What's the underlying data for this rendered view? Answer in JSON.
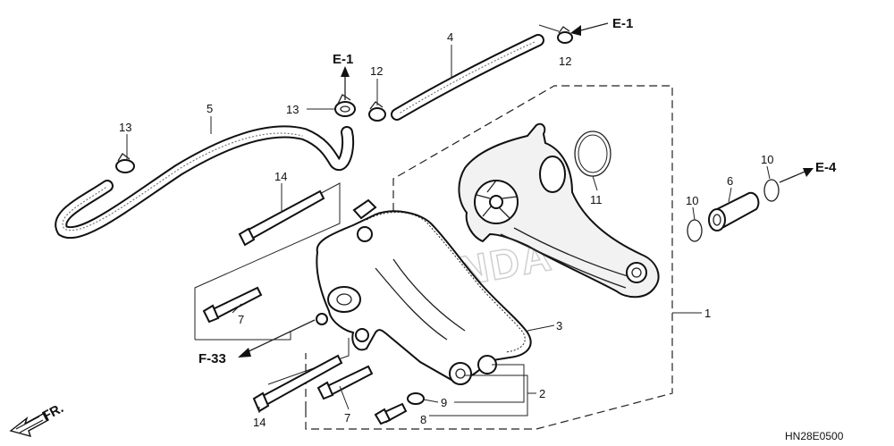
{
  "diagram": {
    "watermark": "HONDA",
    "code": "HN28E0500",
    "front_label": "FR.",
    "callouts": {
      "c1": "1",
      "c2": "2",
      "c3": "3",
      "c4": "4",
      "c5": "5",
      "c6": "6",
      "c7a": "7",
      "c7b": "7",
      "c8": "8",
      "c9": "9",
      "c10a": "10",
      "c10b": "10",
      "c11": "11",
      "c12a": "12",
      "c12b": "12",
      "c13a": "13",
      "c13b": "13",
      "c14a": "14",
      "c14b": "14"
    },
    "refs": {
      "e1_top": "E-1",
      "e1_mid": "E-1",
      "e4": "E-4",
      "f33": "F-33"
    }
  }
}
